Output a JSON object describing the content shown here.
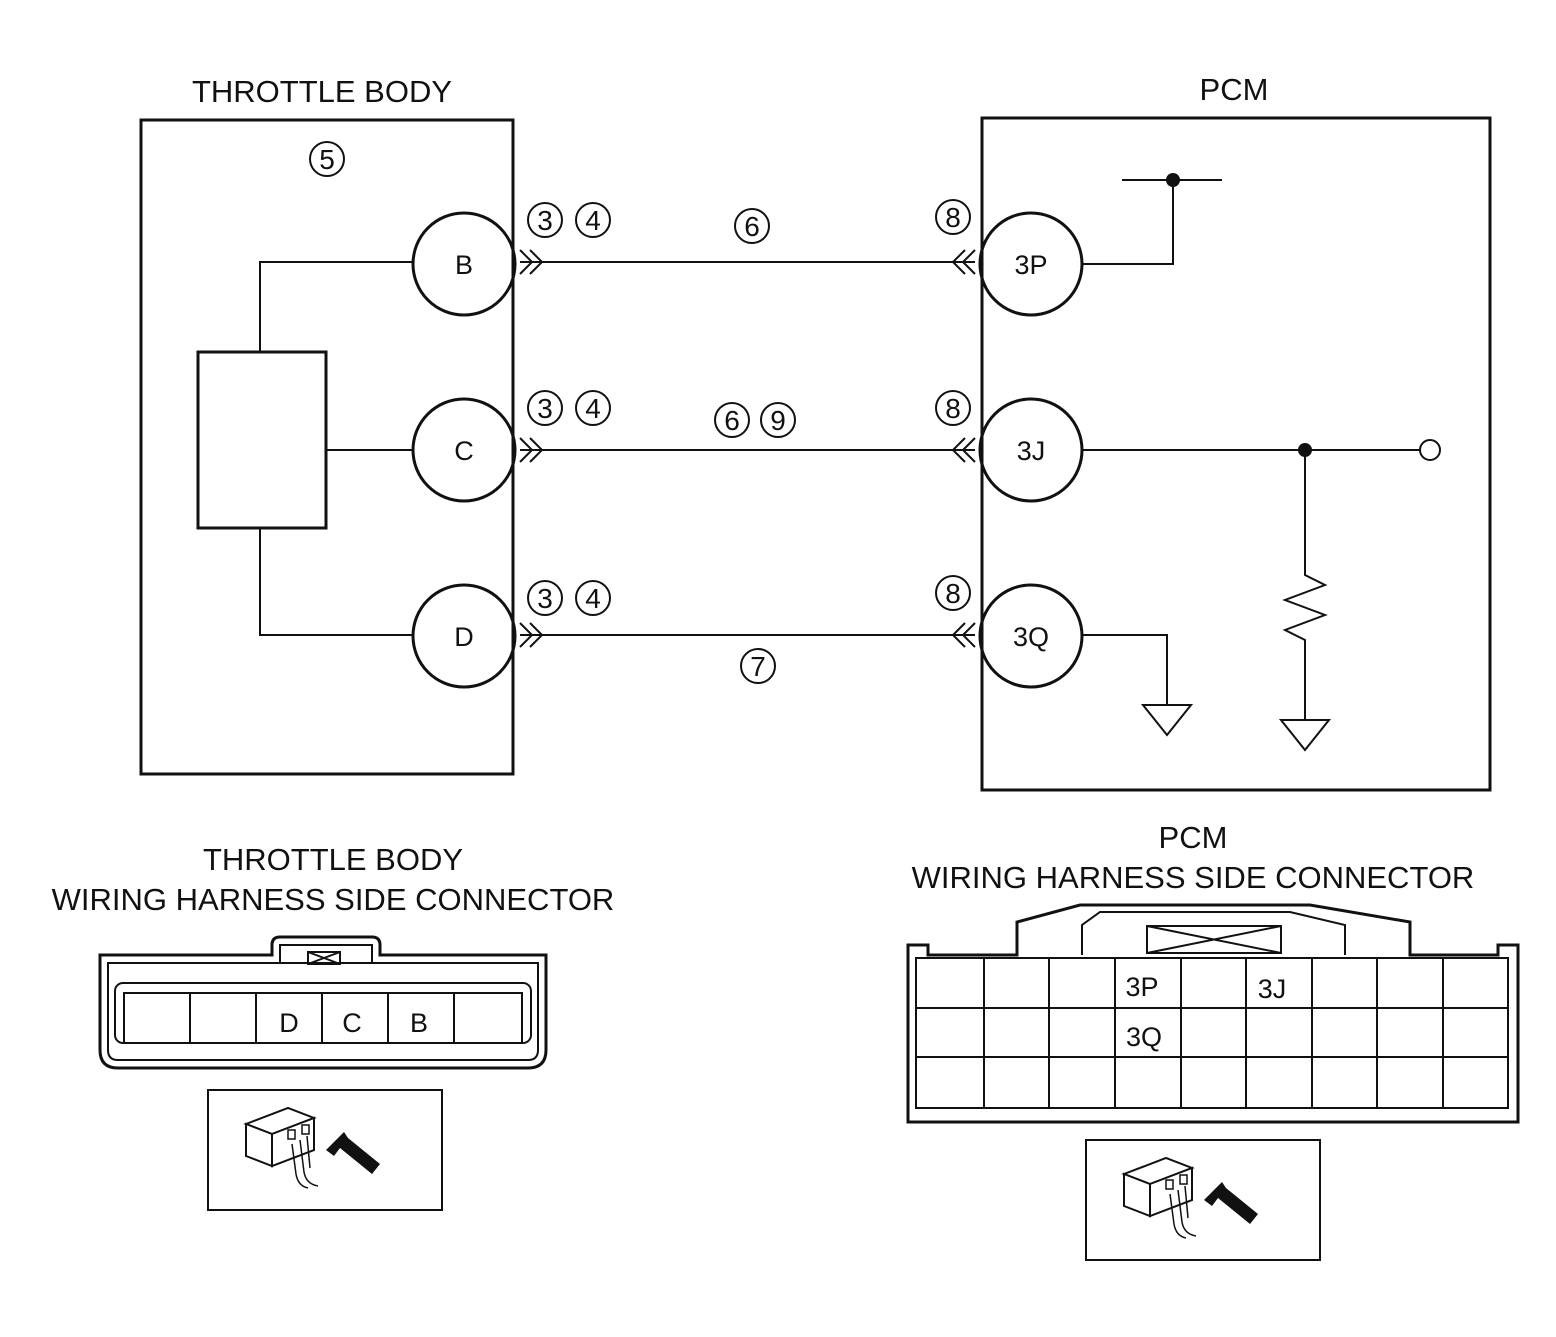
{
  "throttle_body": {
    "title": "THROTTLE BODY",
    "step": "5",
    "pins": [
      "B",
      "C",
      "D"
    ],
    "connector_steps": [
      "3",
      "4"
    ]
  },
  "pcm": {
    "title": "PCM",
    "pins": [
      "3P",
      "3J",
      "3Q"
    ],
    "connector_step": "8"
  },
  "wires": [
    {
      "from": "B",
      "to": "3P",
      "steps": [
        "6"
      ]
    },
    {
      "from": "C",
      "to": "3J",
      "steps": [
        "6",
        "9"
      ]
    },
    {
      "from": "D",
      "to": "3Q",
      "steps": [
        "7"
      ]
    }
  ],
  "tb_connector": {
    "title_line1": "THROTTLE BODY",
    "title_line2": "WIRING HARNESS SIDE CONNECTOR",
    "terminals": [
      "D",
      "C",
      "B"
    ]
  },
  "pcm_connector": {
    "title_line1": "PCM",
    "title_line2": "WIRING HARNESS SIDE CONNECTOR",
    "terminals": [
      "3P",
      "3J",
      "3Q"
    ]
  }
}
